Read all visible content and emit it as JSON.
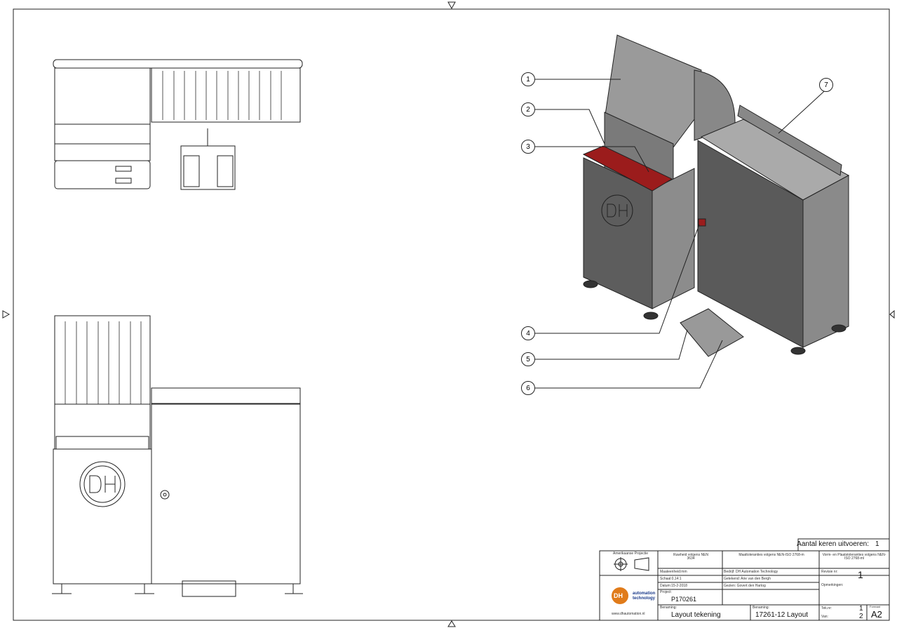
{
  "balloons": [
    "1",
    "2",
    "3",
    "4",
    "5",
    "6",
    "7"
  ],
  "logo_text": "DH",
  "title_block": {
    "quantity_label": "Aantal keren uitvoeren:",
    "quantity": "1",
    "projection_label": "Amerikaanse Projectie",
    "roughness": "Ruwheid volgens NEN 3634",
    "dim_tolerance": "Maattoleranties volgens NEN-ISO 2768-m",
    "form_tolerance": "Vorm- en Plaatstoleranties volgens NEN-ISO 2768-ml",
    "unit": "Maateenheid:mm",
    "scale": "Schaal:0,14:1",
    "date": "Datum:15-2-2018",
    "company": "Bedrijf: DH Automation Technology",
    "drawn_by": "Getekend: Arie van den Bergh",
    "checked_by": "Gezien: Govert den Hartog",
    "revision_label": "Revisie nr:",
    "revision": "1",
    "remarks_label": "Opmerkingen:",
    "project_label": "Project:",
    "project": "P170261",
    "name_label": "Benaming:",
    "name": "Layout tekening",
    "name2_label": "Benaming:",
    "name2": "17261-12 Layout",
    "sheet_label": "Tek.nr:",
    "sheet": "1",
    "of_label": "Van:",
    "of": "2",
    "format_label": "Formaat",
    "format": "A2",
    "brand_line1": "automation",
    "brand_line2": "technology",
    "website": "www.dhautomation.nl"
  }
}
